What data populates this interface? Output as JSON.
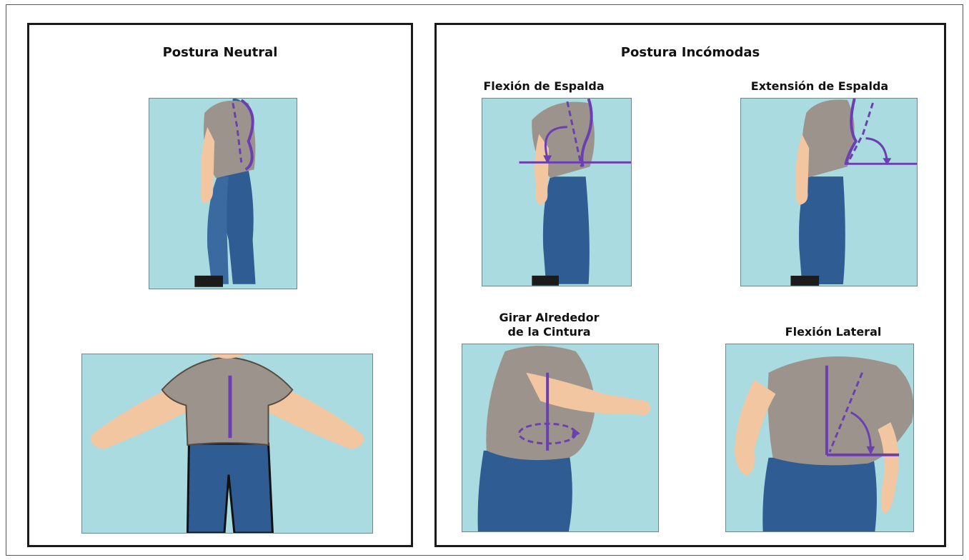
{
  "left_panel": {
    "title": "Postura Neutral"
  },
  "right_panel": {
    "title": "Postura Incómodas",
    "figures": [
      {
        "label": "Flexión de Espalda"
      },
      {
        "label": "Extensión de Espalda"
      },
      {
        "label_line1": "Girar Alrededor",
        "label_line2": "de la Cintura"
      },
      {
        "label": "Flexión Lateral"
      }
    ]
  },
  "colors": {
    "background": "#a9dbe0",
    "shirt": "#9c948c",
    "jeans": "#2f5c93",
    "skin": "#f2c6a0",
    "angle_line": "#6b3fb2"
  }
}
